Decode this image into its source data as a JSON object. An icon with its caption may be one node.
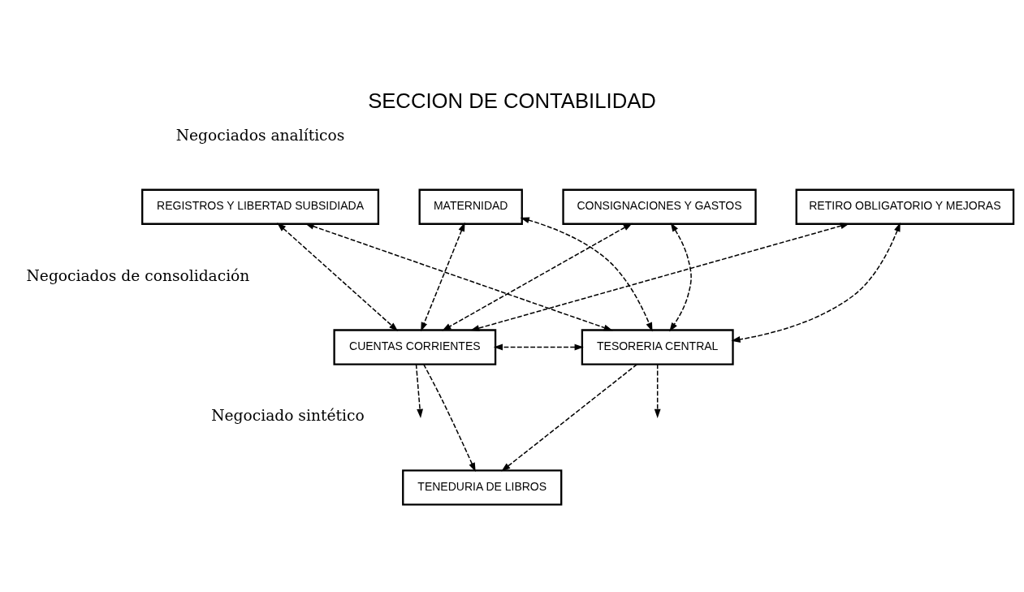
{
  "diagram": {
    "title": "SECCION DE CONTABILIDAD",
    "nodes": [
      {
        "text": [
          "RETIRO OBLIGATORIO Y MEJORAS"
        ]
      },
      {
        "text": [
          "MATERNIDAD"
        ]
      },
      {
        "text": [
          "REGISTROS Y LIBERTAD SUBSIDIADA"
        ]
      },
      {
        "text": [
          "CONSIGNACIONES Y GASTOS"
        ]
      },
      {
        "text": [
          "TESORERIA CENTRAL"
        ]
      },
      {
        "text": [
          "CUENTAS CORRIENTES"
        ]
      },
      {
        "text": [
          "TENEDURIA DE LIBROS"
        ]
      }
    ],
    "edges": [
      {
        "from": 0,
        "to": 4,
        "arrow": "both",
        "style": "dashed"
      },
      {
        "from": 0,
        "to": 5,
        "arrow": "both",
        "style": "dashed"
      },
      {
        "from": 1,
        "to": 4,
        "arrow": "both",
        "style": "dashed"
      },
      {
        "from": 1,
        "to": 5,
        "arrow": "both",
        "style": "dashed"
      },
      {
        "from": 2,
        "to": 4,
        "arrow": "both",
        "style": "dashed"
      },
      {
        "from": 2,
        "to": 5,
        "arrow": "both",
        "style": "dashed"
      },
      {
        "from": 3,
        "to": 4,
        "arrow": "both",
        "style": "dashed"
      },
      {
        "from": 3,
        "to": 5,
        "arrow": "both",
        "style": "dashed"
      },
      {
        "from": 4,
        "to": 5,
        "arrow": "both",
        "style": "dashed"
      },
      {
        "from": 4,
        "to": 6,
        "arrow": "to",
        "style": "dashed"
      },
      {
        "from": 5,
        "to": 6,
        "arrow": "to",
        "style": "dashed"
      },
      {
        "from": 4,
        "to": null,
        "arrow": "to",
        "style": "dashed"
      },
      {
        "from": 5,
        "to": null,
        "arrow": "to",
        "style": "dashed"
      }
    ],
    "labels": [
      "Negociados analíticos",
      "Negociados de consolidación",
      "Negociado sintético"
    ]
  }
}
